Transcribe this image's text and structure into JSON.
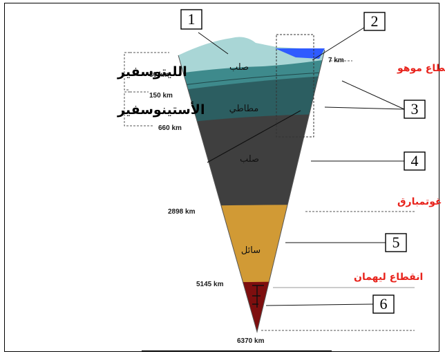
{
  "colors": {
    "crust_light": "#a9d6d6",
    "lithosphere_mantle": "#3e8a8c",
    "asthenosphere": "#2c5e61",
    "lower_mantle": "#3f3f3f",
    "outer_core": "#d19a35",
    "inner_core": "#7e0f0f",
    "ocean": "#2f5bff",
    "discontinuity_label": "#e8231c"
  },
  "zones": {
    "lithosphere": "الليتوسفير",
    "asthenosphere": "الأستينوسفير"
  },
  "depths": {
    "d7": "7 km",
    "d30": "30 km",
    "d150": "150 km",
    "d660": "660 km",
    "d2898": "2898 km",
    "d5145": "5145  km",
    "d6370": "6370 km"
  },
  "layers": {
    "crust": "صلب",
    "asthenosphere": "مطاطي",
    "lower_mantle": "صلب",
    "outer_core": "سائل"
  },
  "discontinuities": {
    "moho": "انقطاع موهو",
    "gutenberg": "انقطاع غوتمبارق",
    "lehmann": "انقطاع ليهمان"
  },
  "numbers": [
    "1",
    "2",
    "3",
    "4",
    "5",
    "6"
  ]
}
